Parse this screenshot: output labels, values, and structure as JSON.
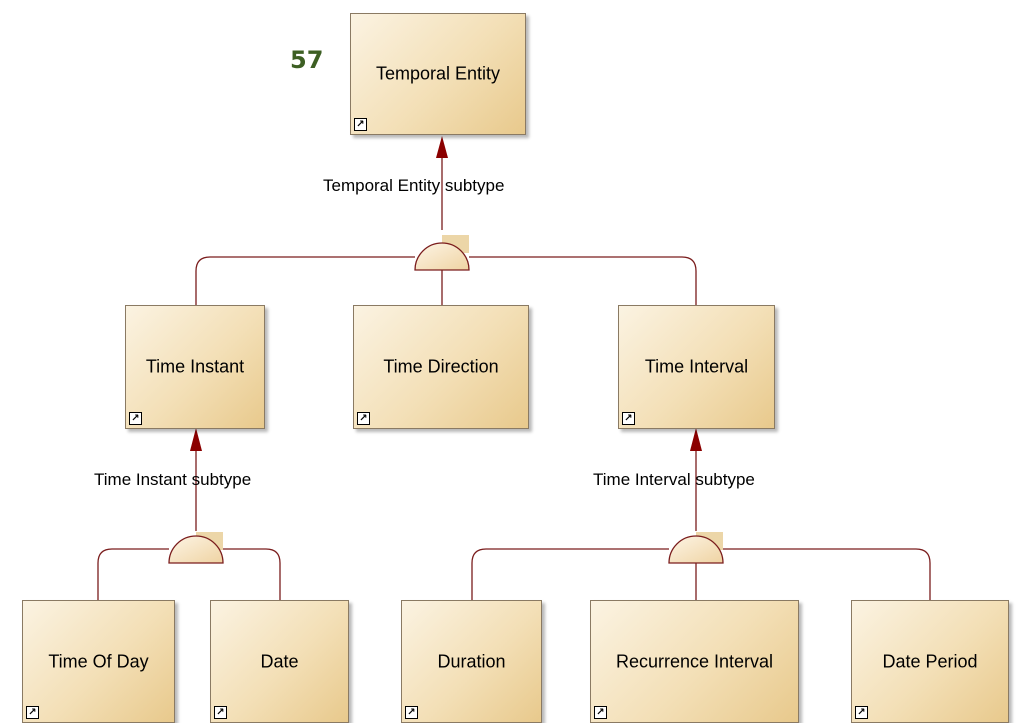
{
  "page_number": "57",
  "colors": {
    "connector": "#7a1c1c",
    "arrowhead": "#8b0000",
    "entity_fill_light": "#fbf3e2",
    "entity_fill_dark": "#e8c98c",
    "page_number": "#3d5f23"
  },
  "entities": {
    "temporal_entity": "Temporal Entity",
    "time_instant": "Time Instant",
    "time_direction": "Time Direction",
    "time_interval": "Time Interval",
    "time_of_day": "Time Of Day",
    "date": "Date",
    "duration": "Duration",
    "recurrence_interval": "Recurrence Interval",
    "date_period": "Date Period"
  },
  "generalizations": {
    "temporal_entity_subtype": "Temporal Entity subtype",
    "time_instant_subtype": "Time Instant subtype",
    "time_interval_subtype": "Time Interval subtype"
  },
  "icon": {
    "link_icon_glyph": "↗"
  }
}
